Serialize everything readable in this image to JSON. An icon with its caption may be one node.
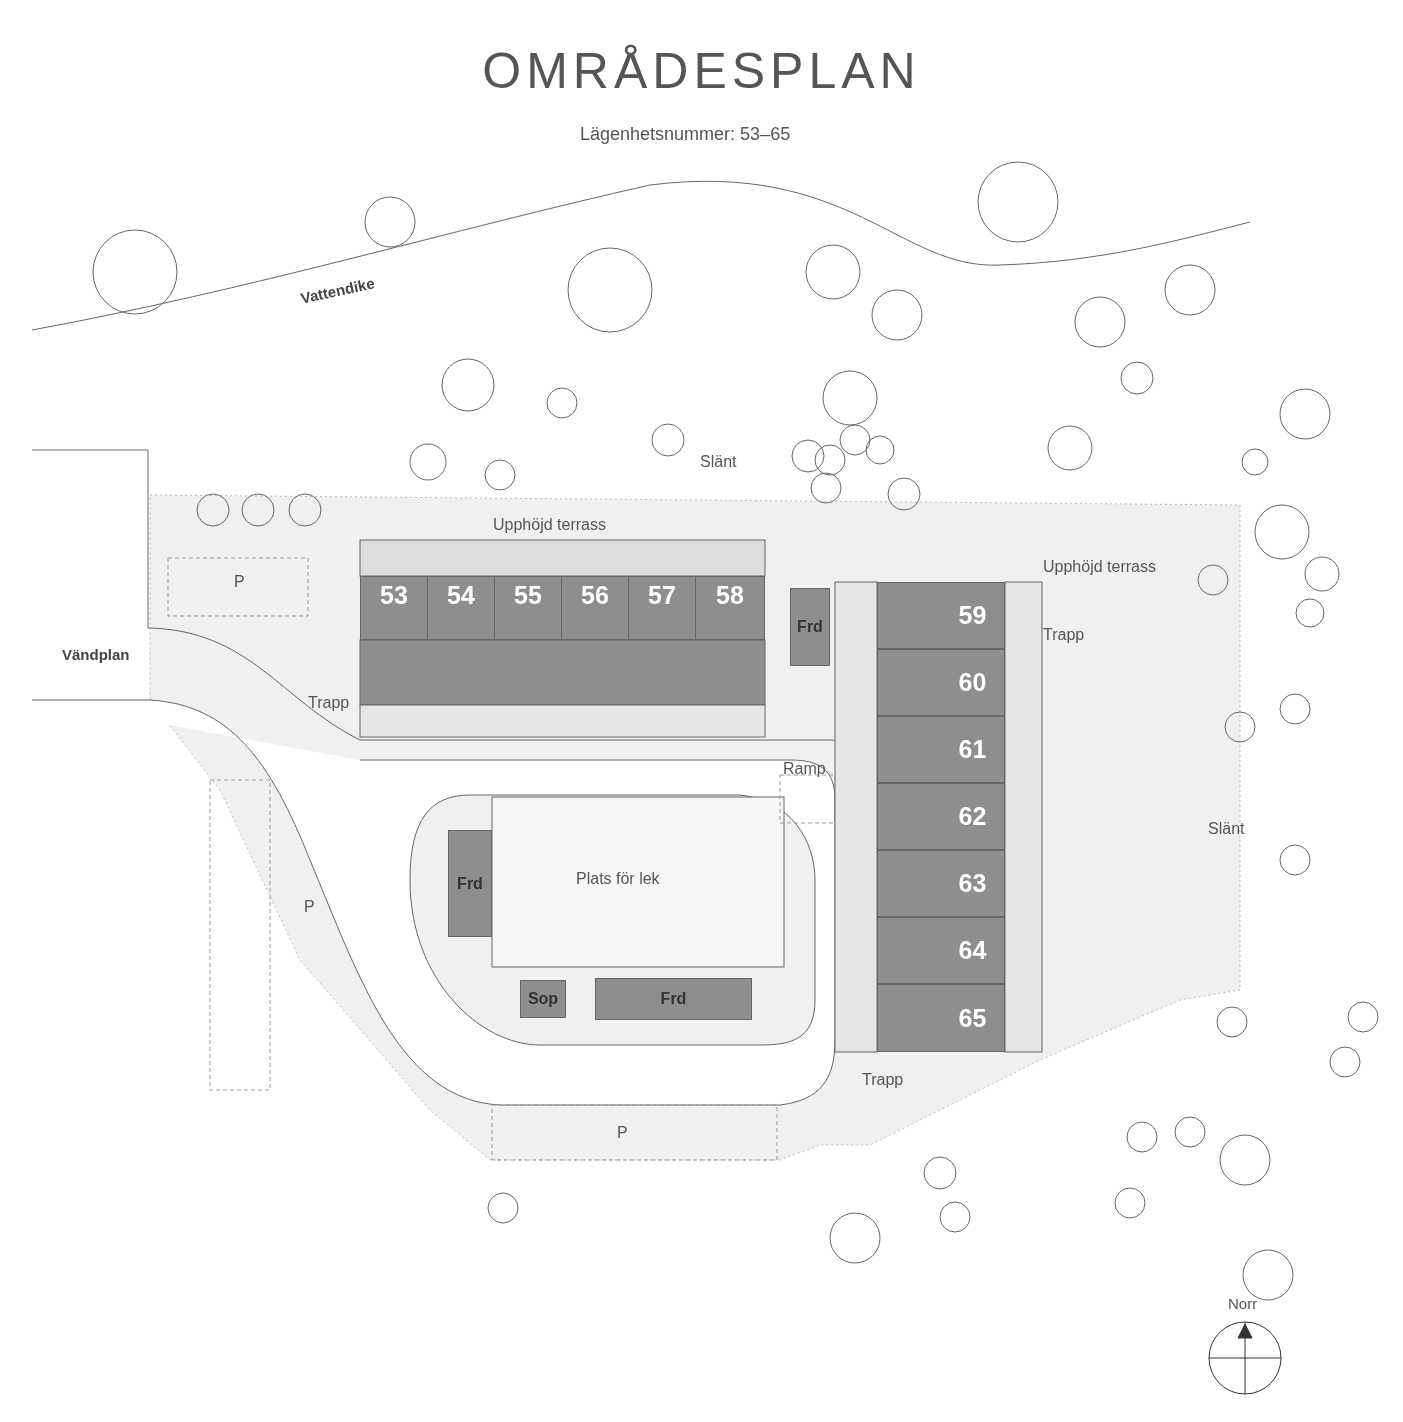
{
  "diagram": {
    "title": "OMRÅDESPLAN",
    "nodes": [
      {
        "text": [
          "53"
        ]
      },
      {
        "text": [
          "54"
        ]
      },
      {
        "text": [
          "55"
        ]
      },
      {
        "text": [
          "56"
        ]
      },
      {
        "text": [
          "57"
        ]
      },
      {
        "text": [
          "58"
        ]
      },
      {
        "text": [
          "Frd"
        ]
      },
      {
        "text": [
          "59"
        ]
      },
      {
        "text": [
          "60"
        ]
      },
      {
        "text": [
          "61"
        ]
      },
      {
        "text": [
          "62"
        ]
      },
      {
        "text": [
          "63"
        ]
      },
      {
        "text": [
          "64"
        ]
      },
      {
        "text": [
          "65"
        ]
      },
      {
        "text": [
          "Frd"
        ]
      },
      {
        "text": [
          "Sop"
        ]
      },
      {
        "text": [
          "Frd"
        ]
      }
    ],
    "labels": [
      "Lägenhetsnummer: 53–65",
      "Vattendike",
      "Slänt",
      "Upphöjd terrass",
      "Upphöjd terrass",
      "P",
      "Vändplan",
      "Trapp",
      "Trapp",
      "Ramp",
      "Plats för lek",
      "P",
      "Slänt",
      "Trapp",
      "P",
      "Norr"
    ]
  }
}
